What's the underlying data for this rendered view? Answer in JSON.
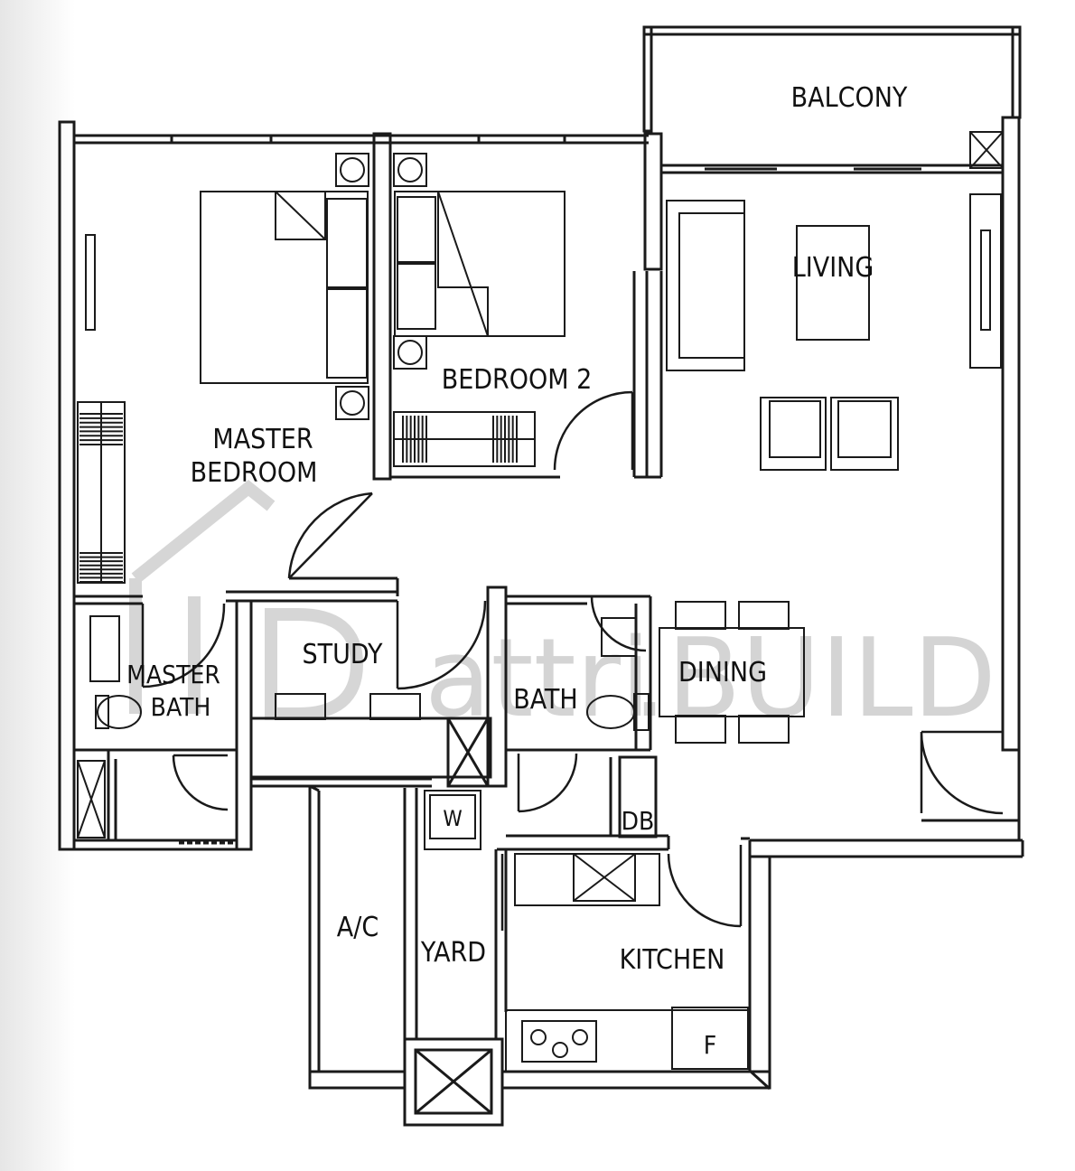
{
  "rooms": {
    "balcony": "BALCONY",
    "living": "LIVING",
    "bedroom2": "BEDROOM 2",
    "master_bedroom_line1": "MASTER",
    "master_bedroom_line2": "BEDROOM",
    "study": "STUDY",
    "master_bath_line1": "MASTER",
    "master_bath_line2": "BATH",
    "bath": "BATH",
    "dining": "DINING",
    "db": "DB",
    "ac": "A/C",
    "yard": "YARD",
    "kitchen": "KITCHEN",
    "fridge": "F",
    "washer": "W"
  },
  "watermark": {
    "brand_part1": "attri",
    "brand_part2": ".BUILD"
  }
}
